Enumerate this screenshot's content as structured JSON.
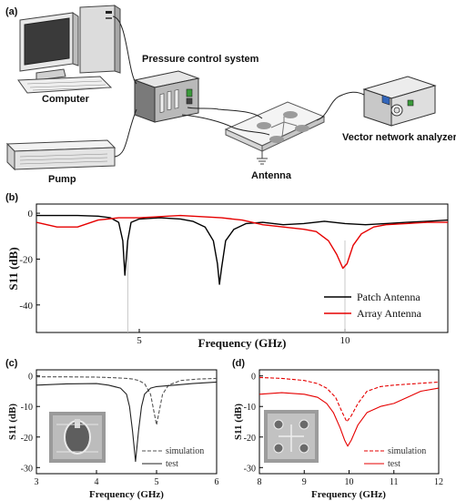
{
  "panel_a": {
    "panel_label": "(a)",
    "labels": {
      "computer": "Computer",
      "pump": "Pump",
      "pressure": "Pressure control system",
      "antenna": "Antenna",
      "vna": "Vector network analyzer"
    }
  },
  "chart_data": [
    {
      "panel_label": "(b)",
      "type": "line",
      "xlabel": "Frequency (GHz)",
      "ylabel": "S11 (dB)",
      "xlim": [
        2.5,
        12.5
      ],
      "ylim": [
        -52,
        4
      ],
      "xticks": [
        5,
        10
      ],
      "yticks": [
        0,
        -20,
        -40
      ],
      "ytick_labels": [
        "0",
        "-20",
        "-40"
      ],
      "xtick_labels": [
        "5",
        "10"
      ],
      "legend_position": "bottom-right",
      "series": [
        {
          "name": "Patch Antenna",
          "color": "#000000",
          "x": [
            2.5,
            3.0,
            3.5,
            4.0,
            4.3,
            4.5,
            4.6,
            4.65,
            4.72,
            4.8,
            5.0,
            5.5,
            6.0,
            6.3,
            6.6,
            6.8,
            6.9,
            6.95,
            7.0,
            7.1,
            7.3,
            7.6,
            8.0,
            8.5,
            9.0,
            9.5,
            10.0,
            10.5,
            11.0,
            11.5,
            12.0,
            12.5
          ],
          "y": [
            -1,
            -1,
            -1,
            -1.3,
            -2,
            -4,
            -12,
            -27,
            -12,
            -4,
            -2.5,
            -2,
            -2.5,
            -3.5,
            -6,
            -12,
            -22,
            -31,
            -24,
            -12,
            -7,
            -4.5,
            -4,
            -5,
            -4.5,
            -3.5,
            -4.5,
            -5,
            -4.5,
            -4,
            -3.5,
            -3
          ]
        },
        {
          "name": "Array Antenna",
          "color": "#e60000",
          "x": [
            2.5,
            3.0,
            3.5,
            4.0,
            4.5,
            5.0,
            5.5,
            6.0,
            6.5,
            7.0,
            7.5,
            8.0,
            8.5,
            9.0,
            9.3,
            9.6,
            9.8,
            9.95,
            10.05,
            10.2,
            10.4,
            10.7,
            11.0,
            11.5,
            12.0,
            12.5
          ],
          "y": [
            -4,
            -6,
            -6,
            -3,
            -2,
            -2,
            -1.5,
            -1,
            -1.5,
            -2,
            -3,
            -5,
            -6,
            -7,
            -8,
            -12,
            -18,
            -24,
            -22,
            -14,
            -9,
            -6,
            -5,
            -4.5,
            -4,
            -4
          ]
        }
      ],
      "markers_x": [
        4.72,
        10.0
      ]
    },
    {
      "panel_label": "(c)",
      "type": "line",
      "xlabel": "Frequency (GHz)",
      "ylabel": "S11 (dB)",
      "xlim": [
        3,
        6
      ],
      "ylim": [
        -32,
        2
      ],
      "xticks": [
        3,
        4,
        5,
        6
      ],
      "yticks": [
        0,
        -10,
        -20,
        -30
      ],
      "ytick_labels": [
        "0",
        "-10",
        "-20",
        "-30"
      ],
      "xtick_labels": [
        "3",
        "4",
        "5",
        "6"
      ],
      "legend_position": "bottom-right",
      "series": [
        {
          "name": "simulation",
          "color": "#555555",
          "dash": "4,2",
          "x": [
            3.0,
            3.5,
            4.0,
            4.3,
            4.5,
            4.6,
            4.7,
            4.8,
            4.9,
            4.95,
            5.0,
            5.05,
            5.1,
            5.2,
            5.4,
            5.7,
            6.0
          ],
          "y": [
            -0.3,
            -0.3,
            -0.4,
            -0.6,
            -0.8,
            -1,
            -1.5,
            -2.5,
            -6,
            -11,
            -16,
            -11,
            -6,
            -3,
            -1.5,
            -1,
            -0.8
          ]
        },
        {
          "name": "test",
          "color": "#222222",
          "x": [
            3.0,
            3.5,
            4.0,
            4.2,
            4.4,
            4.5,
            4.55,
            4.6,
            4.65,
            4.7,
            4.75,
            4.8,
            4.9,
            5.0,
            5.3,
            5.6,
            6.0
          ],
          "y": [
            -3,
            -2.6,
            -2.5,
            -3,
            -4,
            -6,
            -10,
            -18,
            -28,
            -18,
            -10,
            -6,
            -4,
            -3.5,
            -3,
            -2.5,
            -2
          ]
        }
      ]
    },
    {
      "panel_label": "(d)",
      "type": "line",
      "xlabel": "Frequency (GHz)",
      "ylabel": "S11 (dB)",
      "xlim": [
        8,
        12
      ],
      "ylim": [
        -32,
        2
      ],
      "xticks": [
        8,
        9,
        10,
        11,
        12
      ],
      "yticks": [
        0,
        -10,
        -20,
        -30
      ],
      "ytick_labels": [
        "0",
        "-10",
        "-20",
        "-30"
      ],
      "xtick_labels": [
        "8",
        "9",
        "10",
        "11",
        "12"
      ],
      "legend_position": "bottom-right",
      "series": [
        {
          "name": "simulation",
          "color": "#e60000",
          "dash": "4,2",
          "x": [
            8.0,
            8.5,
            9.0,
            9.3,
            9.5,
            9.7,
            9.85,
            9.95,
            10.05,
            10.2,
            10.4,
            10.7,
            11.0,
            11.5,
            12.0
          ],
          "y": [
            -0.5,
            -0.8,
            -1.5,
            -2.5,
            -4,
            -7,
            -12,
            -15,
            -13,
            -9,
            -5,
            -3.5,
            -3,
            -2.5,
            -2
          ]
        },
        {
          "name": "test",
          "color": "#e60000",
          "x": [
            8.0,
            8.5,
            9.0,
            9.3,
            9.5,
            9.65,
            9.8,
            9.9,
            9.97,
            10.05,
            10.2,
            10.4,
            10.7,
            11.0,
            11.3,
            11.6,
            12.0
          ],
          "y": [
            -6,
            -5.5,
            -6,
            -7,
            -9,
            -12,
            -17,
            -21,
            -23,
            -21,
            -16,
            -12,
            -10,
            -9,
            -7,
            -5,
            -4
          ]
        }
      ]
    }
  ]
}
